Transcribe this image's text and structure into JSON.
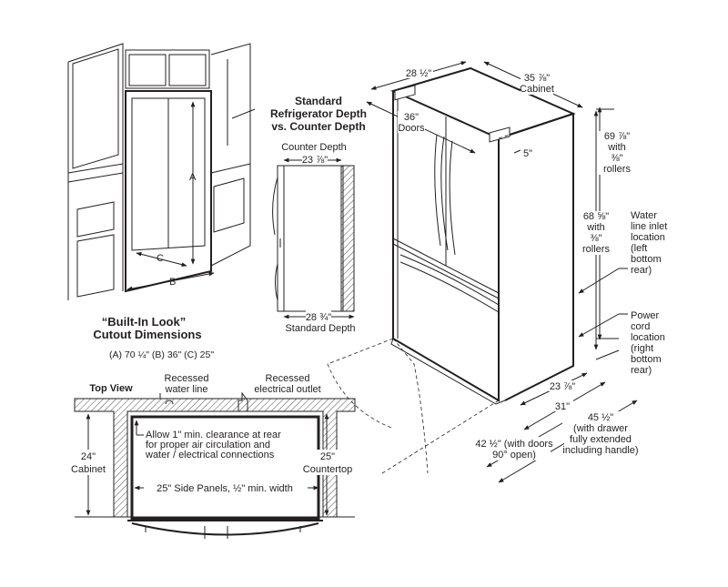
{
  "builtin": {
    "labels": {
      "a": "A",
      "b": "B",
      "c": "C"
    },
    "title": [
      "“Built-In Look”",
      "Cutout Dimensions"
    ],
    "dims": "(A) 70 ¼\"   (B) 36\"   (C) 25\""
  },
  "side_view": {
    "title": [
      "Standard",
      "Refrigerator Depth",
      "vs. Counter Depth"
    ],
    "counter_label": "Counter Depth",
    "counter_value": "23 ⅞\"",
    "standard_value": "28 ¾\"",
    "standard_label": "Standard Depth"
  },
  "fridge": {
    "width_top": "28 ½\"",
    "cabinet_width": [
      "35 ⅞\"",
      "Cabinet"
    ],
    "doors": [
      "36\"",
      "Doors"
    ],
    "hinge": "5\"",
    "height_total": [
      "69 ⅞\"",
      "with",
      "⅜\"",
      "rollers"
    ],
    "height_cabinet": [
      "68 ⅝\"",
      "with",
      "⅜\"",
      "rollers"
    ],
    "water_line": [
      "Water",
      "line inlet",
      "location",
      "(left",
      "bottom",
      "rear)"
    ],
    "power_cord": [
      "Power",
      "cord",
      "location",
      "(right",
      "bottom",
      "rear)"
    ],
    "depth_cabinet": "23 ⅞\"",
    "depth_doors": "31\"",
    "depth_drawer": [
      "45 ½\"",
      "(with drawer",
      "fully extended",
      "including handle)"
    ],
    "depth_open": [
      "42 ½\" (with doors",
      "90° open)"
    ]
  },
  "top_view": {
    "title": "Top View",
    "water_line": [
      "Recessed",
      "water line"
    ],
    "outlet": [
      "Recessed",
      "electrical outlet"
    ],
    "clearance": [
      "Allow 1\" min. clearance at rear",
      "for proper air circulation and",
      "water / electrical connections"
    ],
    "cabinet": [
      "24\"",
      "Cabinet"
    ],
    "countertop": [
      "25\"",
      "Countertop"
    ],
    "side_panels": "25\" Side Panels, ½\" min. width"
  }
}
